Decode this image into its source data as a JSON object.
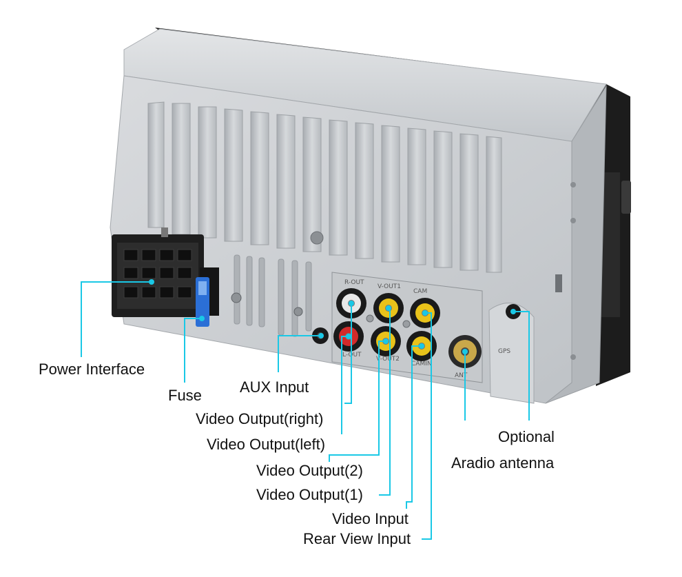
{
  "colors": {
    "leader": "#19c8e6",
    "housing": "#cdd0d3",
    "housing_dark": "#9ea3a8",
    "fin": "#b8bcc0",
    "connector": "#1e1e1e",
    "fuse": "#2b6fd6",
    "rca_red": "#d22a2a",
    "rca_yellow": "#e8c21a",
    "rca_white": "#eeeeee"
  },
  "panel_text": {
    "rout": "R-OUT",
    "vout1": "V-OUT1",
    "cam": "CAM",
    "lout": "L-OUT",
    "vout2": "V-OUT2",
    "camin": "CAMIN",
    "ant": "ANT",
    "gps": "GPS"
  },
  "labels": {
    "power_interface": "Power Interface",
    "fuse": "Fuse",
    "aux_input": "AUX Input",
    "video_output_right": "Video Output(right)",
    "video_output_left": "Video Output(left)",
    "video_output_2": "Video Output(2)",
    "video_output_1": "Video Output(1)",
    "video_input": "Video Input",
    "rear_view_input": "Rear View Input",
    "optional": "Optional",
    "aradio_antenna": "Aradio antenna"
  },
  "icons": {
    "power_connector": "iso-connector-icon",
    "fuse": "blade-fuse-icon",
    "rca_jack": "rca-jack-icon",
    "antenna_port": "antenna-port-icon"
  }
}
